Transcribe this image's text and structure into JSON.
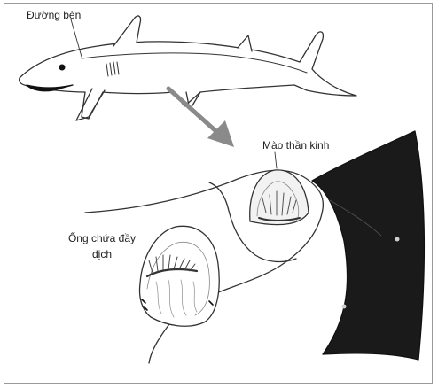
{
  "labels": {
    "lateral_line": "Đường bên",
    "neuromast": "Mào thần kinh",
    "canal": "Ống chứa đầy dịch"
  },
  "colors": {
    "line": "#333333",
    "skin_dark": "#1a1a1a",
    "arrow": "#8a8a8a",
    "hair": "#555555"
  }
}
